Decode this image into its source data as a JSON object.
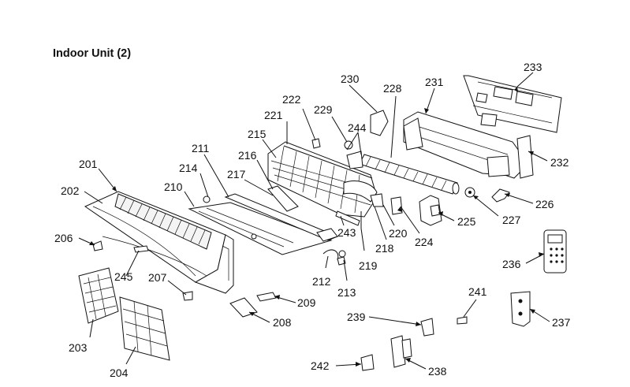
{
  "title": "Indoor Unit (2)",
  "callouts": [
    {
      "id": "201",
      "label": "201"
    },
    {
      "id": "202",
      "label": "202"
    },
    {
      "id": "203",
      "label": "203"
    },
    {
      "id": "204",
      "label": "204"
    },
    {
      "id": "206",
      "label": "206"
    },
    {
      "id": "207",
      "label": "207"
    },
    {
      "id": "208",
      "label": "208"
    },
    {
      "id": "209",
      "label": "209"
    },
    {
      "id": "210",
      "label": "210"
    },
    {
      "id": "211",
      "label": "211"
    },
    {
      "id": "212",
      "label": "212"
    },
    {
      "id": "213",
      "label": "213"
    },
    {
      "id": "214",
      "label": "214"
    },
    {
      "id": "215",
      "label": "215"
    },
    {
      "id": "216",
      "label": "216"
    },
    {
      "id": "217",
      "label": "217"
    },
    {
      "id": "218",
      "label": "218"
    },
    {
      "id": "219",
      "label": "219"
    },
    {
      "id": "220",
      "label": "220"
    },
    {
      "id": "221",
      "label": "221"
    },
    {
      "id": "222",
      "label": "222"
    },
    {
      "id": "224",
      "label": "224"
    },
    {
      "id": "225",
      "label": "225"
    },
    {
      "id": "226",
      "label": "226"
    },
    {
      "id": "227",
      "label": "227"
    },
    {
      "id": "228",
      "label": "228"
    },
    {
      "id": "229",
      "label": "229"
    },
    {
      "id": "230",
      "label": "230"
    },
    {
      "id": "231",
      "label": "231"
    },
    {
      "id": "232",
      "label": "232"
    },
    {
      "id": "233",
      "label": "233"
    },
    {
      "id": "236",
      "label": "236"
    },
    {
      "id": "237",
      "label": "237"
    },
    {
      "id": "238",
      "label": "238"
    },
    {
      "id": "239",
      "label": "239"
    },
    {
      "id": "241",
      "label": "241"
    },
    {
      "id": "242",
      "label": "242"
    },
    {
      "id": "243",
      "label": "243"
    },
    {
      "id": "244",
      "label": "244"
    },
    {
      "id": "245",
      "label": "245"
    }
  ]
}
